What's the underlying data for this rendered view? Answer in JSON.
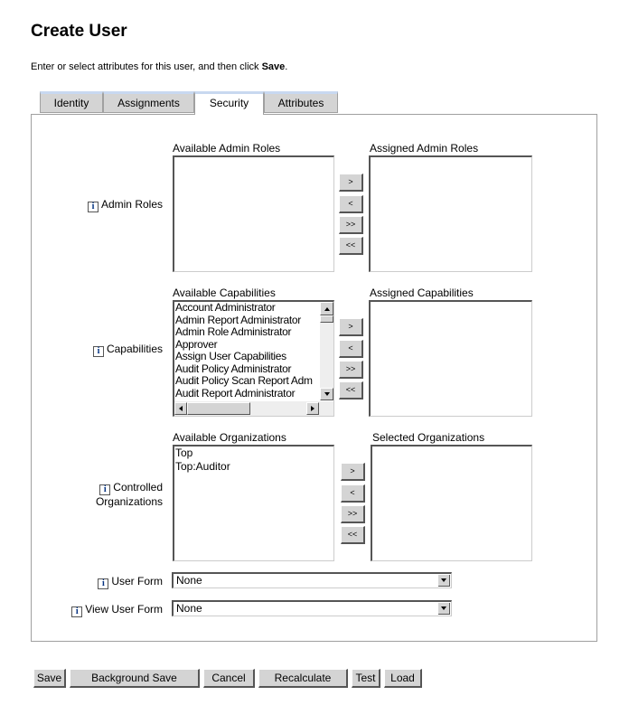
{
  "title": "Create User",
  "subtitle": {
    "text": "Enter or select attributes for this user, and then click ",
    "bold": "Save",
    "end": "."
  },
  "tabs": [
    {
      "label": "Identity"
    },
    {
      "label": "Assignments"
    },
    {
      "label": "Security",
      "active": true
    },
    {
      "label": "Attributes"
    }
  ],
  "admin_roles": {
    "label": "Admin Roles",
    "available_label": "Available Admin Roles",
    "assigned_label": "Assigned Admin Roles",
    "available": [],
    "assigned": []
  },
  "capabilities": {
    "label": "Capabilities",
    "available_label": "Available Capabilities",
    "assigned_label": "Assigned Capabilities",
    "available": [
      "Account Administrator",
      "Admin Report Administrator",
      "Admin Role Administrator",
      "Approver",
      "Assign User Capabilities",
      "Audit Policy Administrator",
      "Audit Policy Scan Report Adm",
      "Audit Report Administrator"
    ],
    "assigned": []
  },
  "organizations": {
    "label_line1": "Controlled",
    "label_line2": "Organizations",
    "available_label": "Available Organizations",
    "selected_label": "Selected Organizations",
    "available": [
      "Top",
      "Top:Auditor"
    ],
    "selected": []
  },
  "move_buttons": {
    "add": ">",
    "remove": "<",
    "add_all": ">>",
    "remove_all": "<<"
  },
  "info_icon": "i",
  "user_form": {
    "label": "User Form",
    "value": "None"
  },
  "view_user_form": {
    "label": "View User Form",
    "value": "None"
  },
  "footer_buttons": {
    "save": "Save",
    "background_save": "Background Save",
    "cancel": "Cancel",
    "recalculate": "Recalculate",
    "test": "Test",
    "load": "Load"
  }
}
